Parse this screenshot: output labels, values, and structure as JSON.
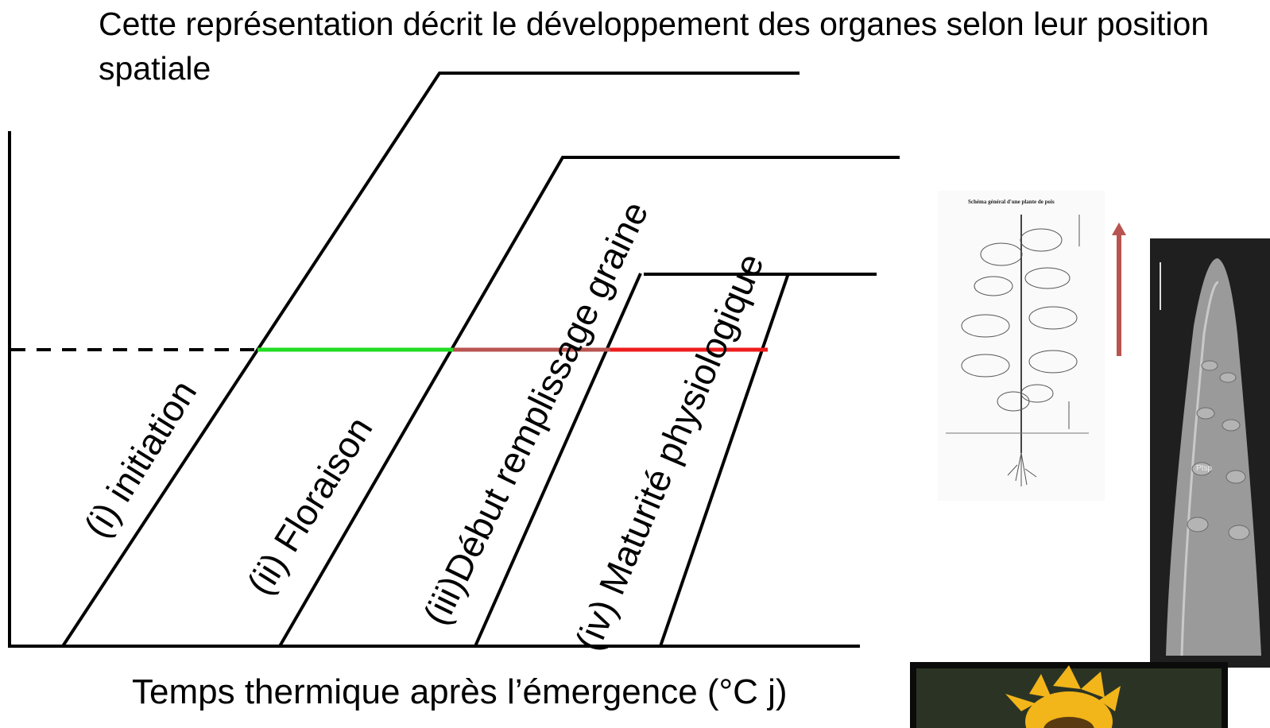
{
  "header": {
    "title": "Cette représentation décrit le développement des organes selon leur position spatiale"
  },
  "diagram": {
    "stages": [
      {
        "id": "i",
        "label": "(i) initiation"
      },
      {
        "id": "ii",
        "label": "(ii) Floraison"
      },
      {
        "id": "iii",
        "label": "(iii)Début remplissage graine"
      },
      {
        "id": "iv",
        "label": "(iv) Maturité physiologique"
      }
    ],
    "x_axis_label": "Temps thermique après l’émergence (°C j)",
    "colors": {
      "lines": "#000000",
      "segment_initiation_floraison": "#22dd22",
      "segment_floraison_remplissage": "#b85450",
      "segment_remplissage_maturite": "#ee1c1c",
      "arrow": "#b85450"
    }
  },
  "images": {
    "pea_plant": {
      "title": "Schéma général d'une plante de pois",
      "icon": "pea-plant-sketch"
    },
    "meristem": {
      "icon": "apex-micrograph",
      "label": "Ptsp"
    },
    "sunflower": {
      "icon": "sunflower-photo"
    }
  }
}
